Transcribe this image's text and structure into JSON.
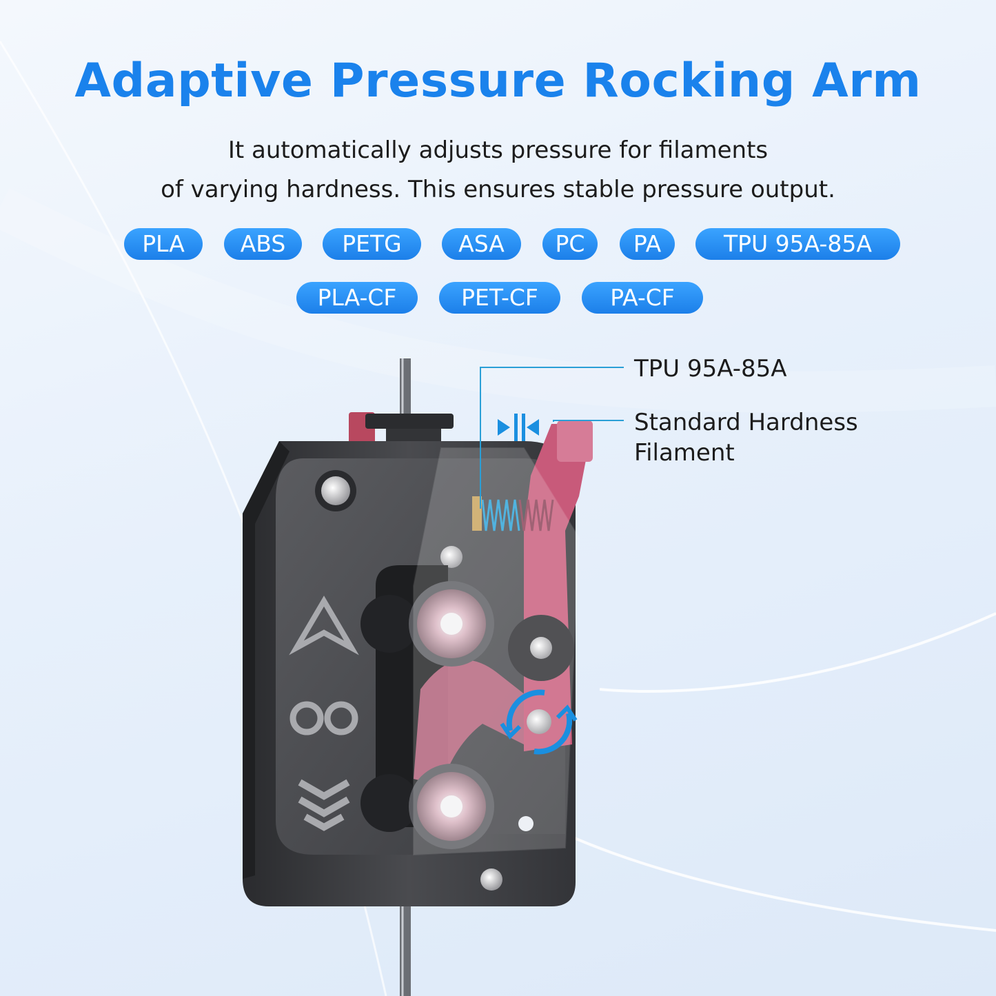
{
  "header": {
    "title": "Adaptive Pressure Rocking Arm",
    "subtitle_line1": "It automatically adjusts pressure for filaments",
    "subtitle_line2": "of varying hardness. This ensures stable pressure output."
  },
  "filaments": {
    "row1": [
      "PLA",
      "ABS",
      "PETG",
      "ASA",
      "PC",
      "PA",
      "TPU 95A-85A"
    ],
    "row2": [
      "PLA-CF",
      "PET-CF",
      "PA-CF"
    ]
  },
  "callouts": {
    "tpu": "TPU 95A-85A",
    "standard_line1": "Standard Hardness",
    "standard_line2": "Filament"
  },
  "colors": {
    "title_blue": "#1a82ec",
    "pill_blue": "#2b8ff5",
    "body_dark": "#3f4043",
    "arm_pink": "#c85a7a",
    "callout_line": "#2a9fd6"
  },
  "icons": [
    "arrow-a-logo-icon",
    "infinity-logo-icon",
    "chevron-logo-icon",
    "rotate-arrows-icon",
    "compress-arrows-icon"
  ]
}
